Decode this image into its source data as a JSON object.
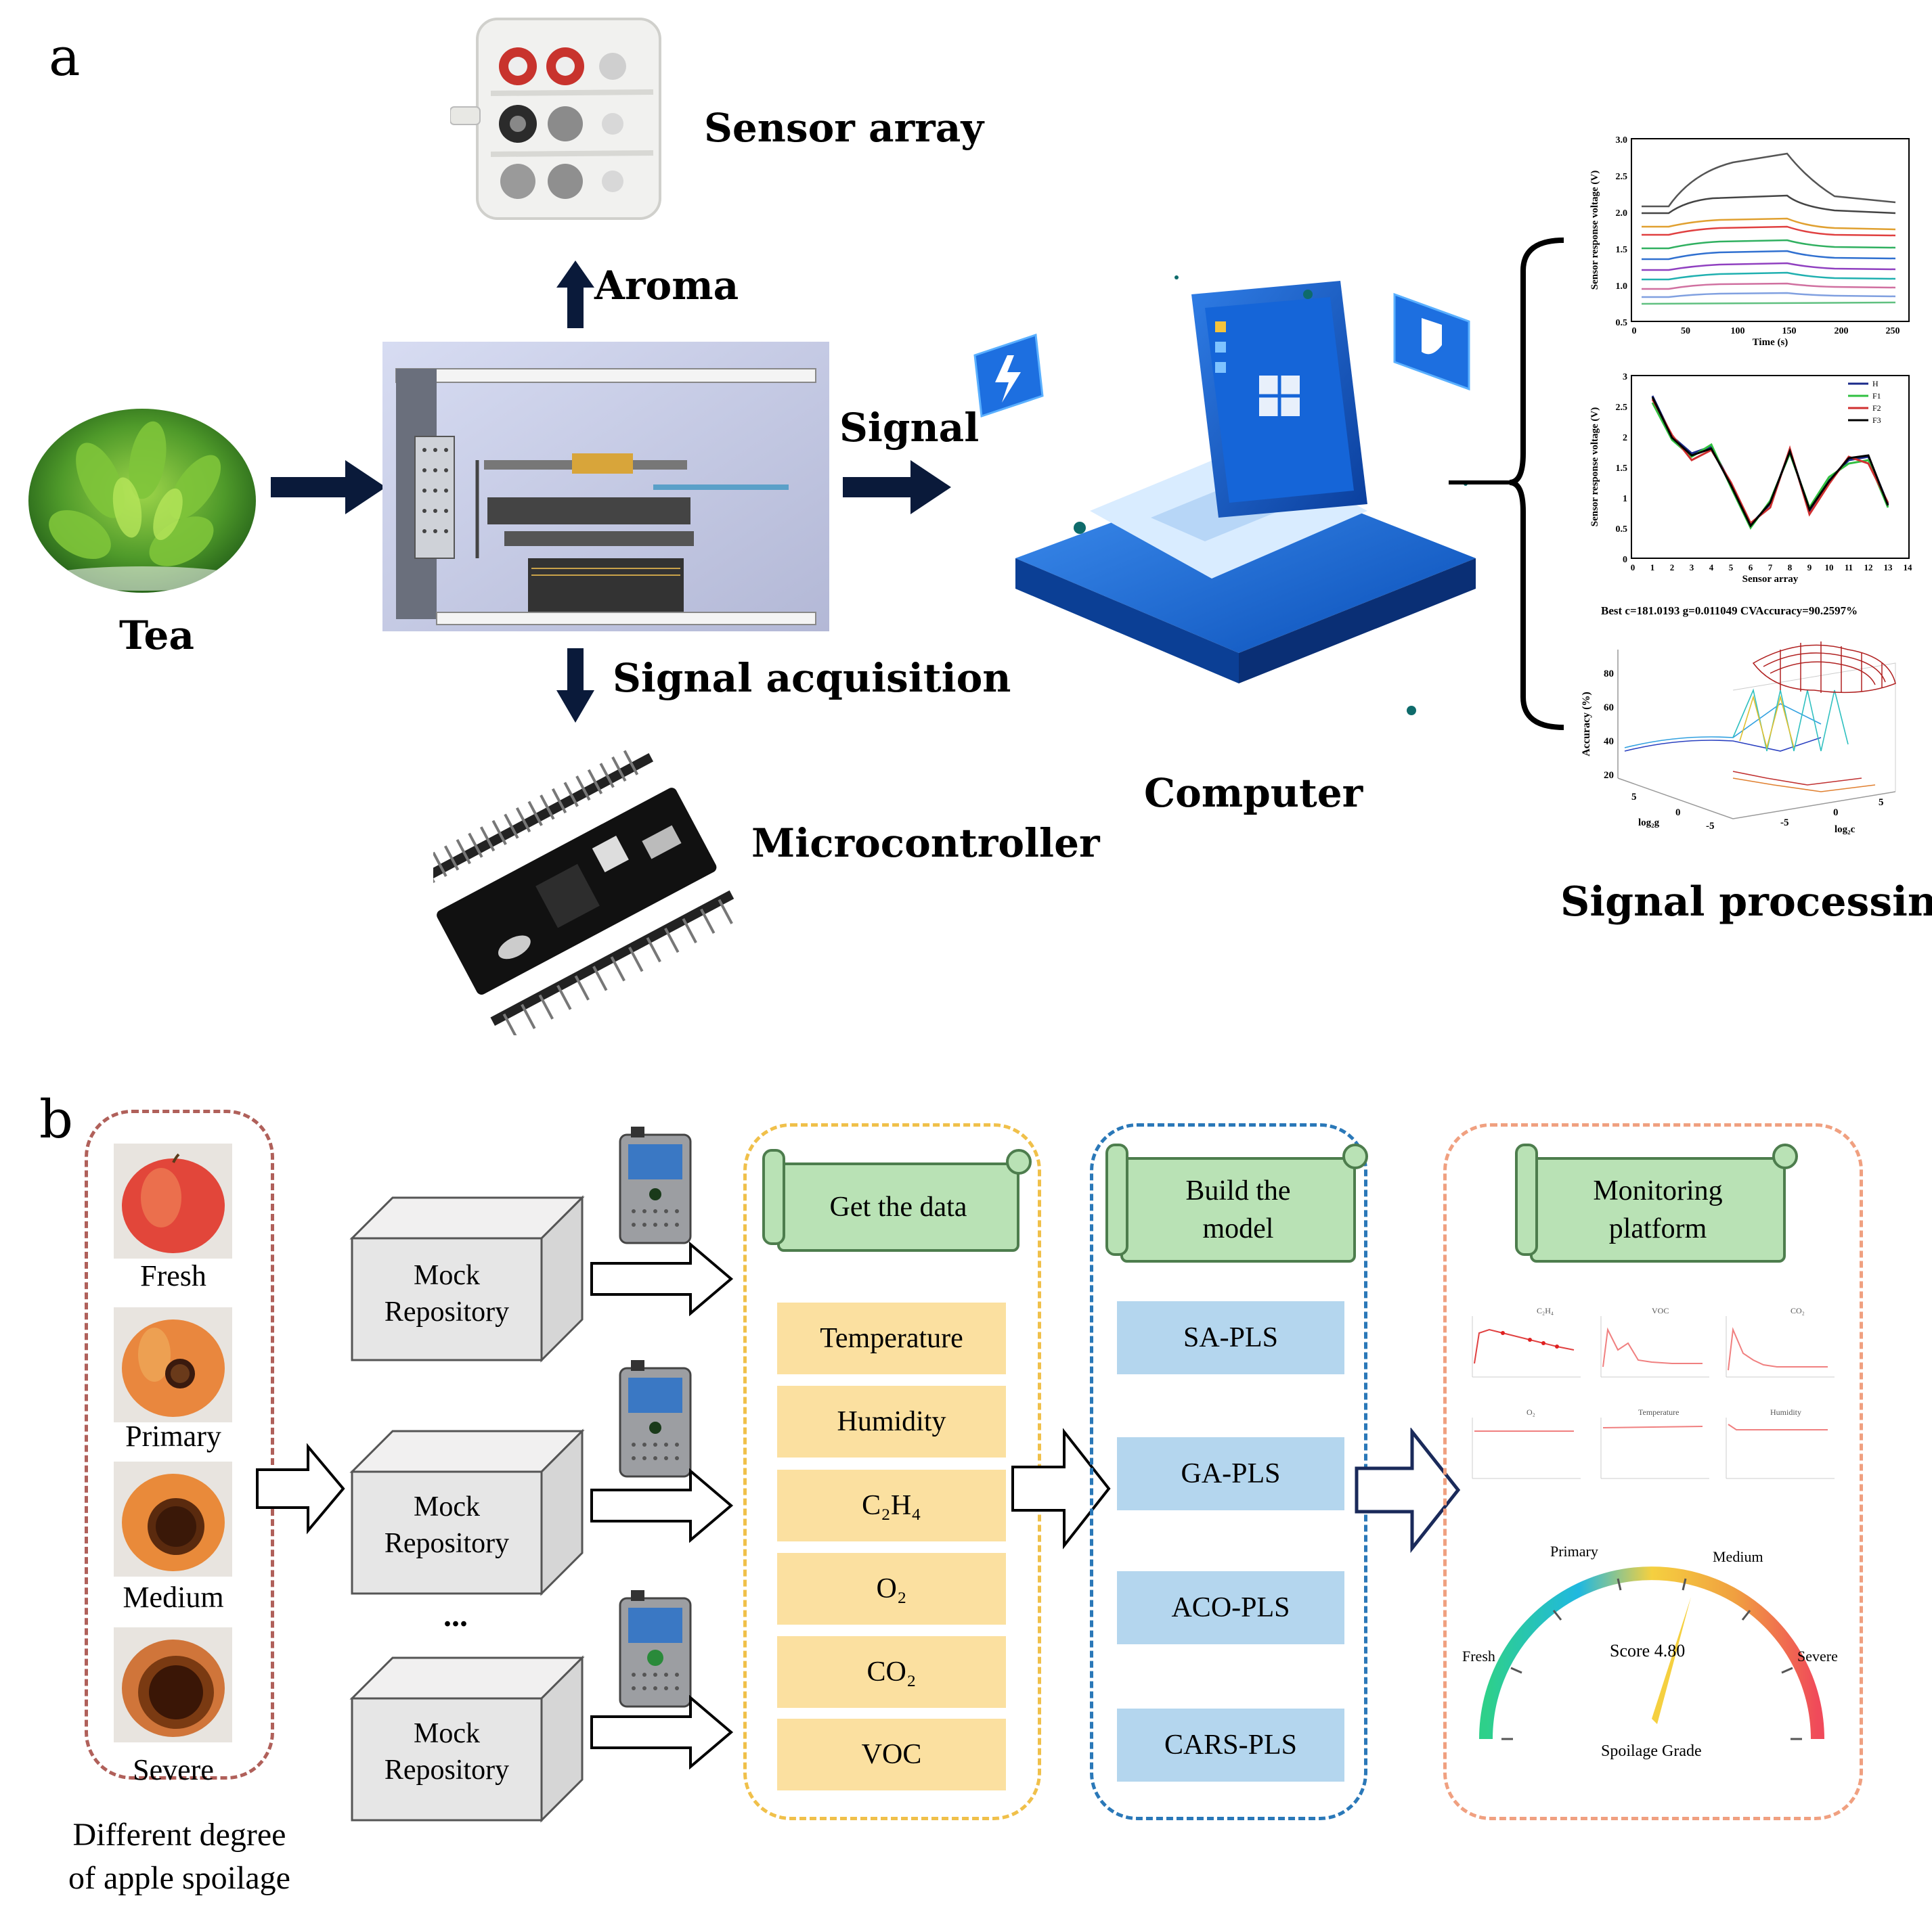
{
  "panel_a": {
    "letter": "a",
    "tea": "Tea",
    "sensor_array": "Sensor array",
    "aroma": "Aroma",
    "signal": "Signal",
    "signal_acquisition": "Signal acquisition",
    "microcontroller": "Microcontroller",
    "computer": "Computer",
    "signal_processing": "Signal processing",
    "plot1": {
      "ylabel": "Sensor response voltage (V)",
      "xlabel": "Time (s)",
      "yticks": [
        "3.0",
        "2.5",
        "2.0",
        "1.5",
        "1.0",
        "0.5"
      ],
      "xticks": [
        "0",
        "50",
        "100",
        "150",
        "200",
        "250"
      ]
    },
    "plot2": {
      "ylabel": "Sensor response voltage (V)",
      "xlabel": "Sensor array",
      "yticks": [
        "3",
        "2.5",
        "2",
        "1.5",
        "1",
        "0.5",
        "0"
      ],
      "xticks": [
        "0",
        "1",
        "2",
        "3",
        "4",
        "5",
        "6",
        "7",
        "8",
        "9",
        "10",
        "11",
        "12",
        "13",
        "14"
      ],
      "legend": [
        "H",
        "F1",
        "F2",
        "F3"
      ]
    },
    "plot3": {
      "title": "Best c=181.0193 g=0.011049 CVAccuracy=90.2597%",
      "zlabel": "Accuracy (%)",
      "zticks": [
        "80",
        "60",
        "40",
        "20"
      ],
      "gticks": [
        "5",
        "0",
        "-5"
      ],
      "cticks": [
        "5",
        "0",
        "-5"
      ],
      "glabel": "log₂g",
      "clabel": "log₂c"
    }
  },
  "panel_b": {
    "letter": "b",
    "apples": [
      "Fresh",
      "Primary",
      "Medium",
      "Severe"
    ],
    "apple_caption_1": "Different degree",
    "apple_caption_2": "of apple spoilage",
    "repo_line1": "Mock",
    "repo_line2": "Repository",
    "ellipsis": "...",
    "get_data_title": "Get the data",
    "data_items": [
      "Temperature",
      "Humidity",
      "C₂H₄",
      "O₂",
      "CO₂",
      "VOC"
    ],
    "model_title_1": "Build the",
    "model_title_2": "model",
    "models": [
      "SA-PLS",
      "GA-PLS",
      "ACO-PLS",
      "CARS-PLS"
    ],
    "monitor_title_1": "Monitoring",
    "monitor_title_2": "platform",
    "mini_charts": [
      "C₂H₄",
      "VOC",
      "CO₂",
      "O₂",
      "Temperature",
      "Humidity"
    ],
    "gauge": {
      "fresh": "Fresh",
      "primary": "Primary",
      "medium": "Medium",
      "severe": "Severe",
      "score": "Score 4.80",
      "caption": "Spoilage Grade",
      "value": 4.8
    }
  }
}
